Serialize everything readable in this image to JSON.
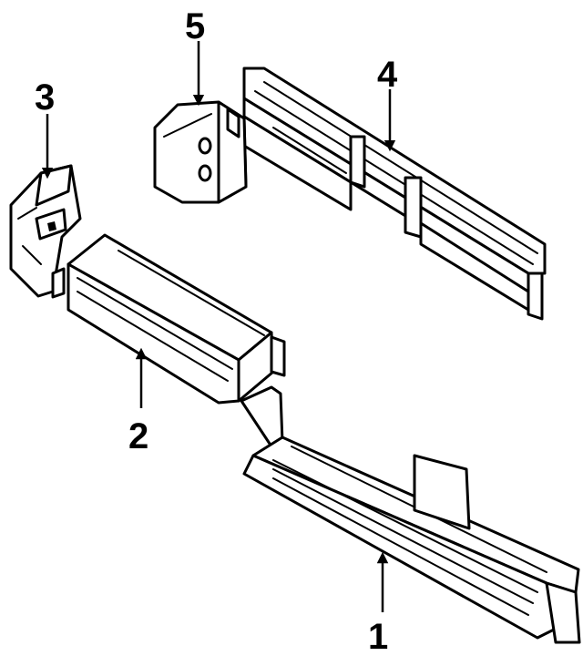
{
  "diagram": {
    "callouts": [
      {
        "id": "1",
        "label": "1"
      },
      {
        "id": "2",
        "label": "2"
      },
      {
        "id": "3",
        "label": "3"
      },
      {
        "id": "4",
        "label": "4"
      },
      {
        "id": "5",
        "label": "5"
      }
    ],
    "colors": {
      "line": "#000000",
      "background": "#ffffff"
    }
  }
}
